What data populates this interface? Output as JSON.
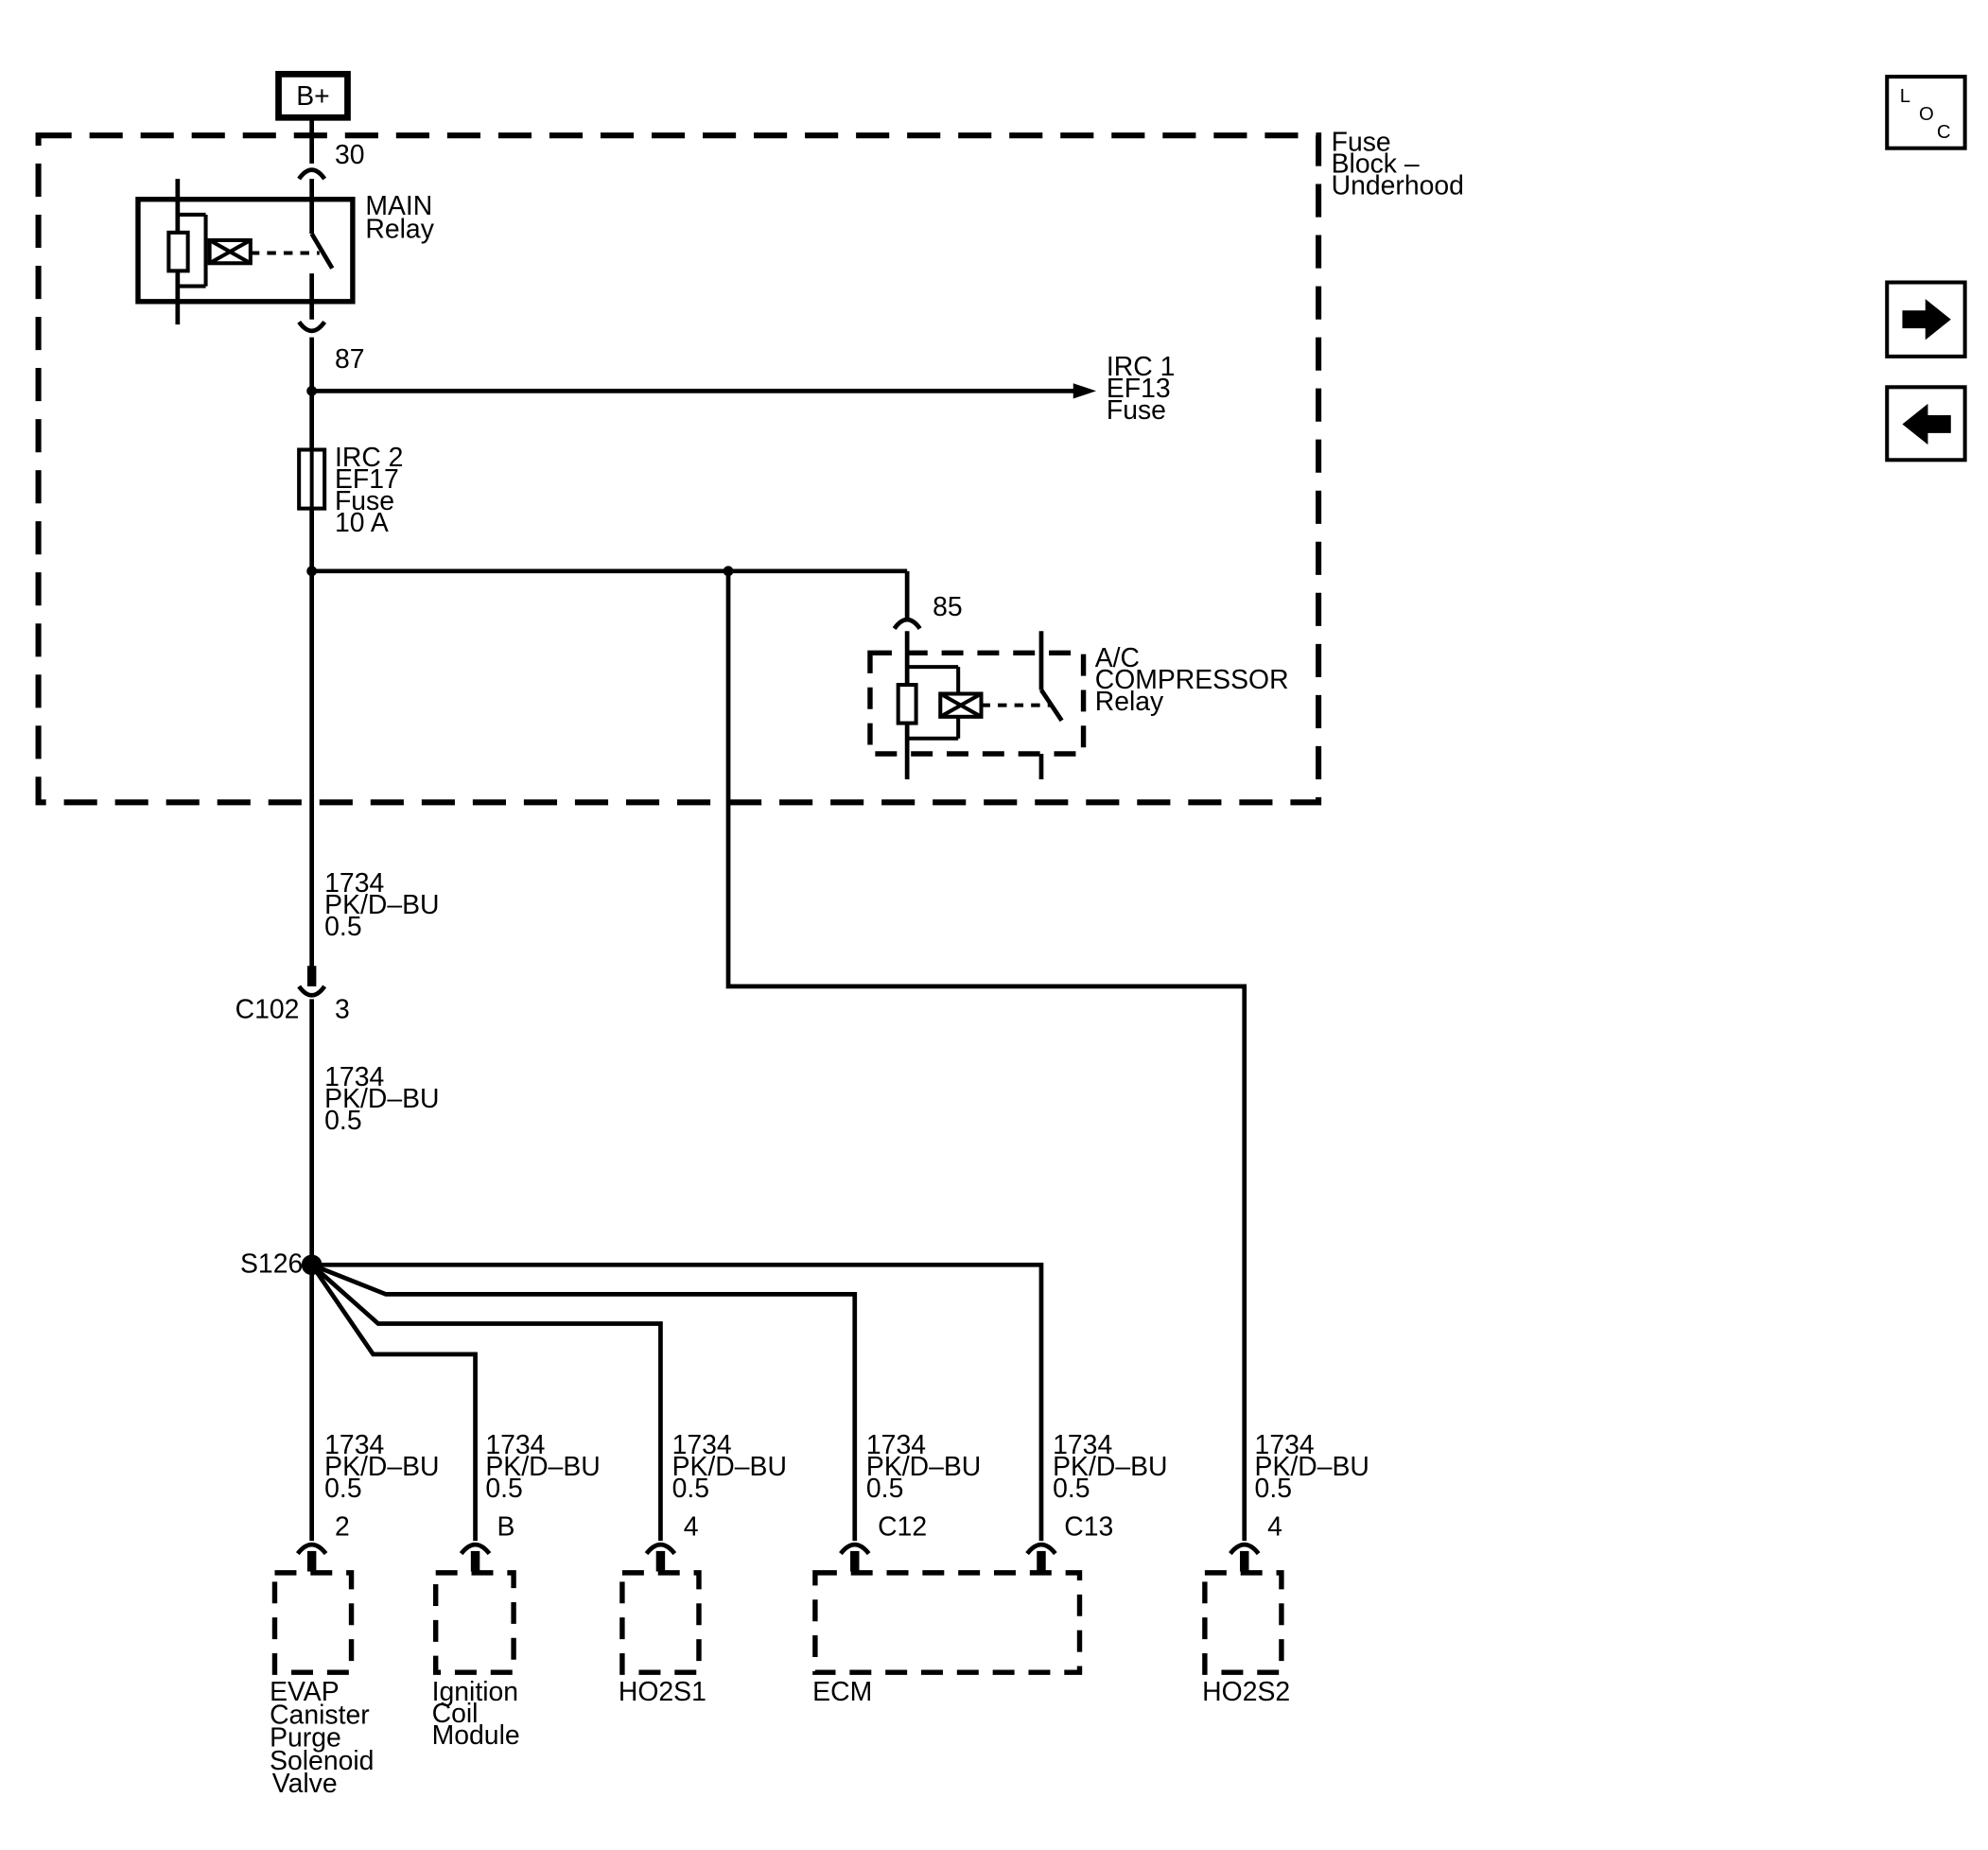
{
  "power_source": "B+",
  "fuse_block": {
    "line1": "Fuse",
    "line2": "Block –",
    "line3": "Underhood"
  },
  "main_relay": {
    "line1": "MAIN",
    "line2": "Relay",
    "pin_in": "30",
    "pin_out": "87"
  },
  "irc1_fuse": {
    "line1": "IRC 1",
    "line2": "EF13",
    "line3": "Fuse"
  },
  "irc2_fuse": {
    "line1": "IRC 2",
    "line2": "EF17",
    "line3": "Fuse",
    "line4": "10 A"
  },
  "ac_relay": {
    "line1": "A/C",
    "line2": "COMPRESSOR",
    "line3": "Relay",
    "pin": "85"
  },
  "wire_spec": {
    "circuit": "1734",
    "color": "PK/D–BU",
    "gauge": "0.5"
  },
  "connector_c102": {
    "name": "C102",
    "pin": "3"
  },
  "splice": {
    "name": "S126"
  },
  "components": {
    "evap": {
      "pin": "2",
      "line1": "EVAP",
      "line2": "Canister",
      "line3": "Purge",
      "line4": "Solenoid",
      "line5": "Valve"
    },
    "ignition": {
      "pin": "B",
      "line1": "Ignition",
      "line2": "Coil",
      "line3": "Module"
    },
    "ho2s1": {
      "pin": "4",
      "name": "HO2S1"
    },
    "ecm": {
      "pin_a": "C12",
      "pin_b": "C13",
      "name": "ECM"
    },
    "ho2s2": {
      "pin": "4",
      "name": "HO2S2"
    }
  },
  "nav": {
    "loc": {
      "l": "L",
      "o": "O",
      "c": "C",
      "icon": "location-icon"
    },
    "forward": {
      "icon": "arrow-right-icon"
    },
    "back": {
      "icon": "arrow-left-icon"
    }
  }
}
